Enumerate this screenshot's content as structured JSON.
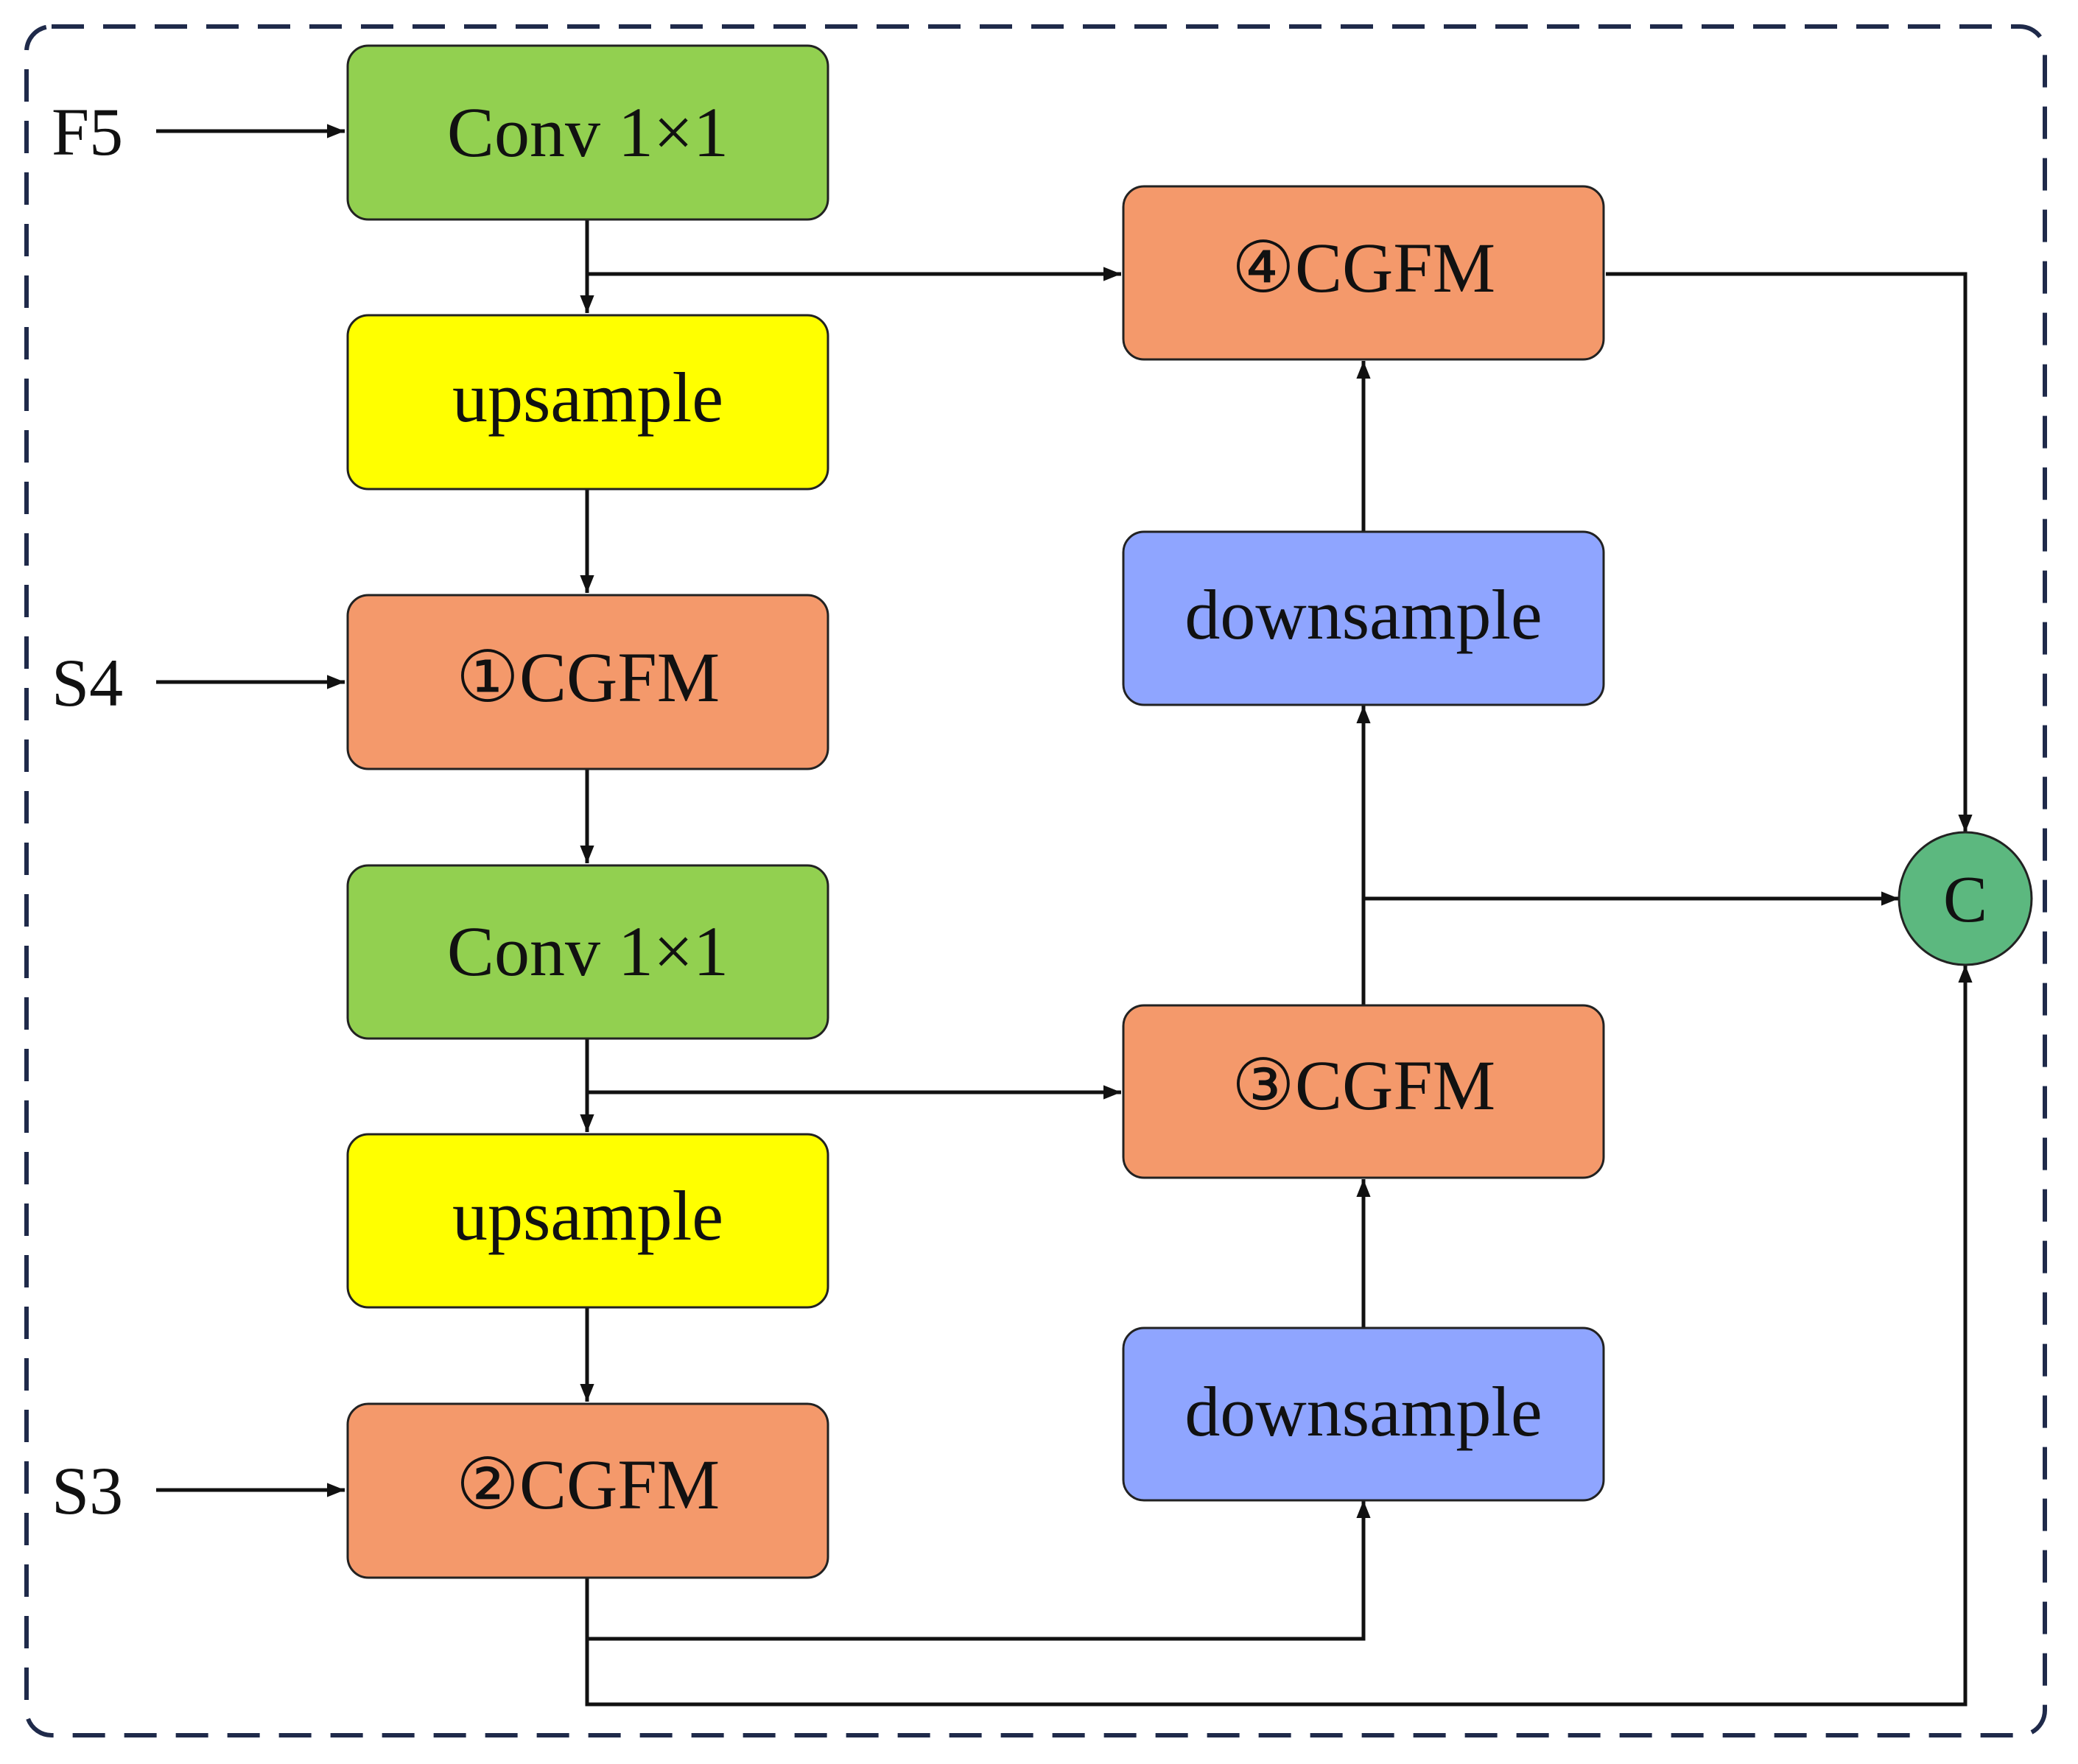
{
  "inputs": {
    "f5": "F5",
    "s4": "S4",
    "s3": "S3"
  },
  "nodes": {
    "conv_top": "Conv 1×1",
    "upsample_top": "upsample",
    "cgfm_1": "①CGFM",
    "conv_mid": "Conv 1×1",
    "upsample_bottom": "upsample",
    "cgfm_2": "②CGFM",
    "downsample_bottom": "downsample",
    "cgfm_3": "③CGFM",
    "downsample_top": "downsample",
    "cgfm_4": "④CGFM"
  },
  "concat": "C",
  "colors": {
    "conv": "#92d050",
    "upsample": "#ffff00",
    "cgfm": "#f4996b",
    "downsample": "#8fa5ff",
    "concat": "#5cb87f",
    "border_dash": "#1f2a4a",
    "line": "#111111"
  }
}
